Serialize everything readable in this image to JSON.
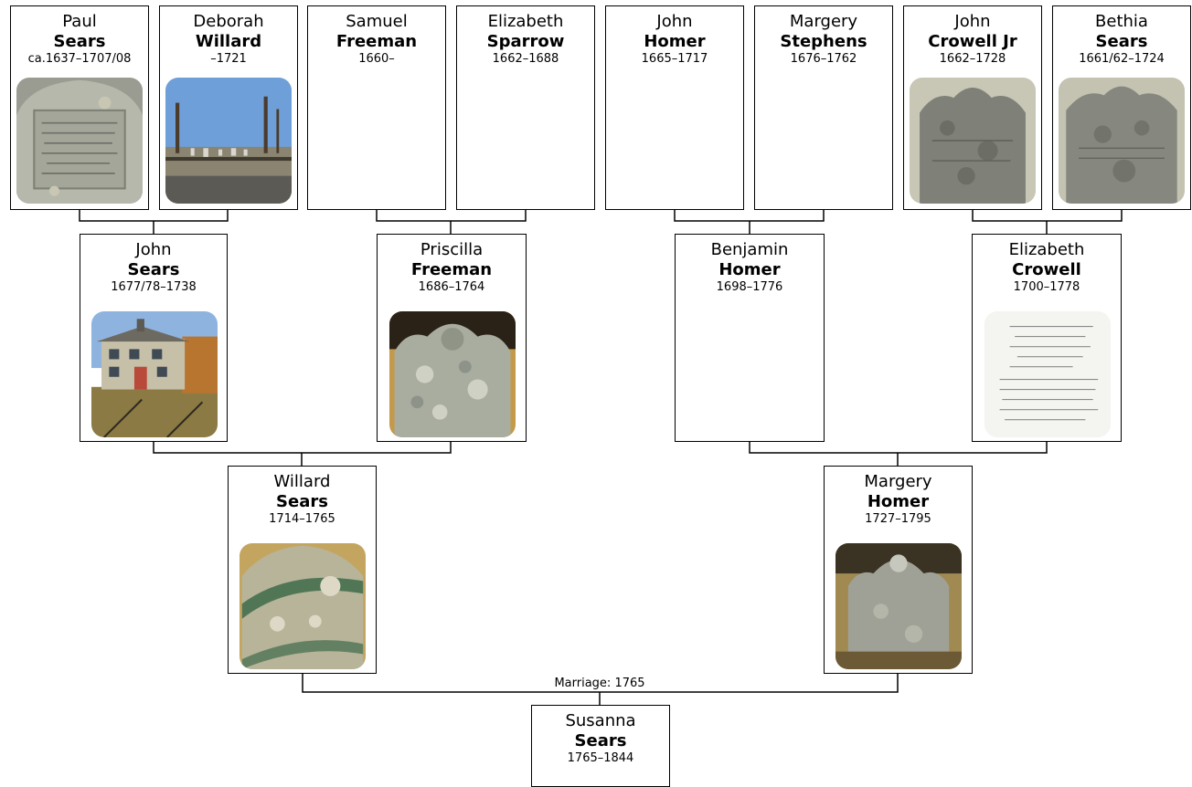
{
  "persons": {
    "paul_sears": {
      "first": "Paul",
      "last": "Sears",
      "dates": "ca.1637–1707/08",
      "photo": "gravestone-photo"
    },
    "deborah_willard": {
      "first": "Deborah",
      "last": "Willard",
      "dates": "–1721",
      "photo": "cemetery-photo"
    },
    "samuel_freeman": {
      "first": "Samuel",
      "last": "Freeman",
      "dates": "1660–"
    },
    "elizabeth_sparrow": {
      "first": "Elizabeth",
      "last": "Sparrow",
      "dates": "1662–1688"
    },
    "john_homer": {
      "first": "John",
      "last": "Homer",
      "dates": "1665–1717"
    },
    "margery_stephens": {
      "first": "Margery",
      "last": "Stephens",
      "dates": "1676–1762"
    },
    "john_crowell_jr": {
      "first": "John",
      "last": "Crowell Jr",
      "dates": "1662–1728",
      "photo": "gravestone-photo"
    },
    "bethia_sears": {
      "first": "Bethia",
      "last": "Sears",
      "dates": "1661/62–1724",
      "photo": "gravestone-photo"
    },
    "john_sears": {
      "first": "John",
      "last": "Sears",
      "dates": "1677/78–1738",
      "photo": "house-photo"
    },
    "priscilla_freeman": {
      "first": "Priscilla",
      "last": "Freeman",
      "dates": "1686–1764",
      "photo": "gravestone-photo"
    },
    "benjamin_homer": {
      "first": "Benjamin",
      "last": "Homer",
      "dates": "1698–1776"
    },
    "elizabeth_crowell": {
      "first": "Elizabeth",
      "last": "Crowell",
      "dates": "1700–1778",
      "photo": "document-photo"
    },
    "willard_sears": {
      "first": "Willard",
      "last": "Sears",
      "dates": "1714–1765",
      "photo": "gravestone-photo"
    },
    "margery_homer": {
      "first": "Margery",
      "last": "Homer",
      "dates": "1727–1795",
      "photo": "gravestone-photo"
    },
    "susanna_sears": {
      "first": "Susanna",
      "last": "Sears",
      "dates": "1765–1844"
    }
  },
  "marriage_label": "Marriage: 1765",
  "colors": {
    "border": "#000000",
    "stone_gray": "#8d8f86",
    "lichen": "#b8b49a",
    "sky": "#6f9fd8",
    "paper": "#f4f4f0",
    "autumn": "#c49a4a",
    "moss": "#3e6b4a"
  }
}
